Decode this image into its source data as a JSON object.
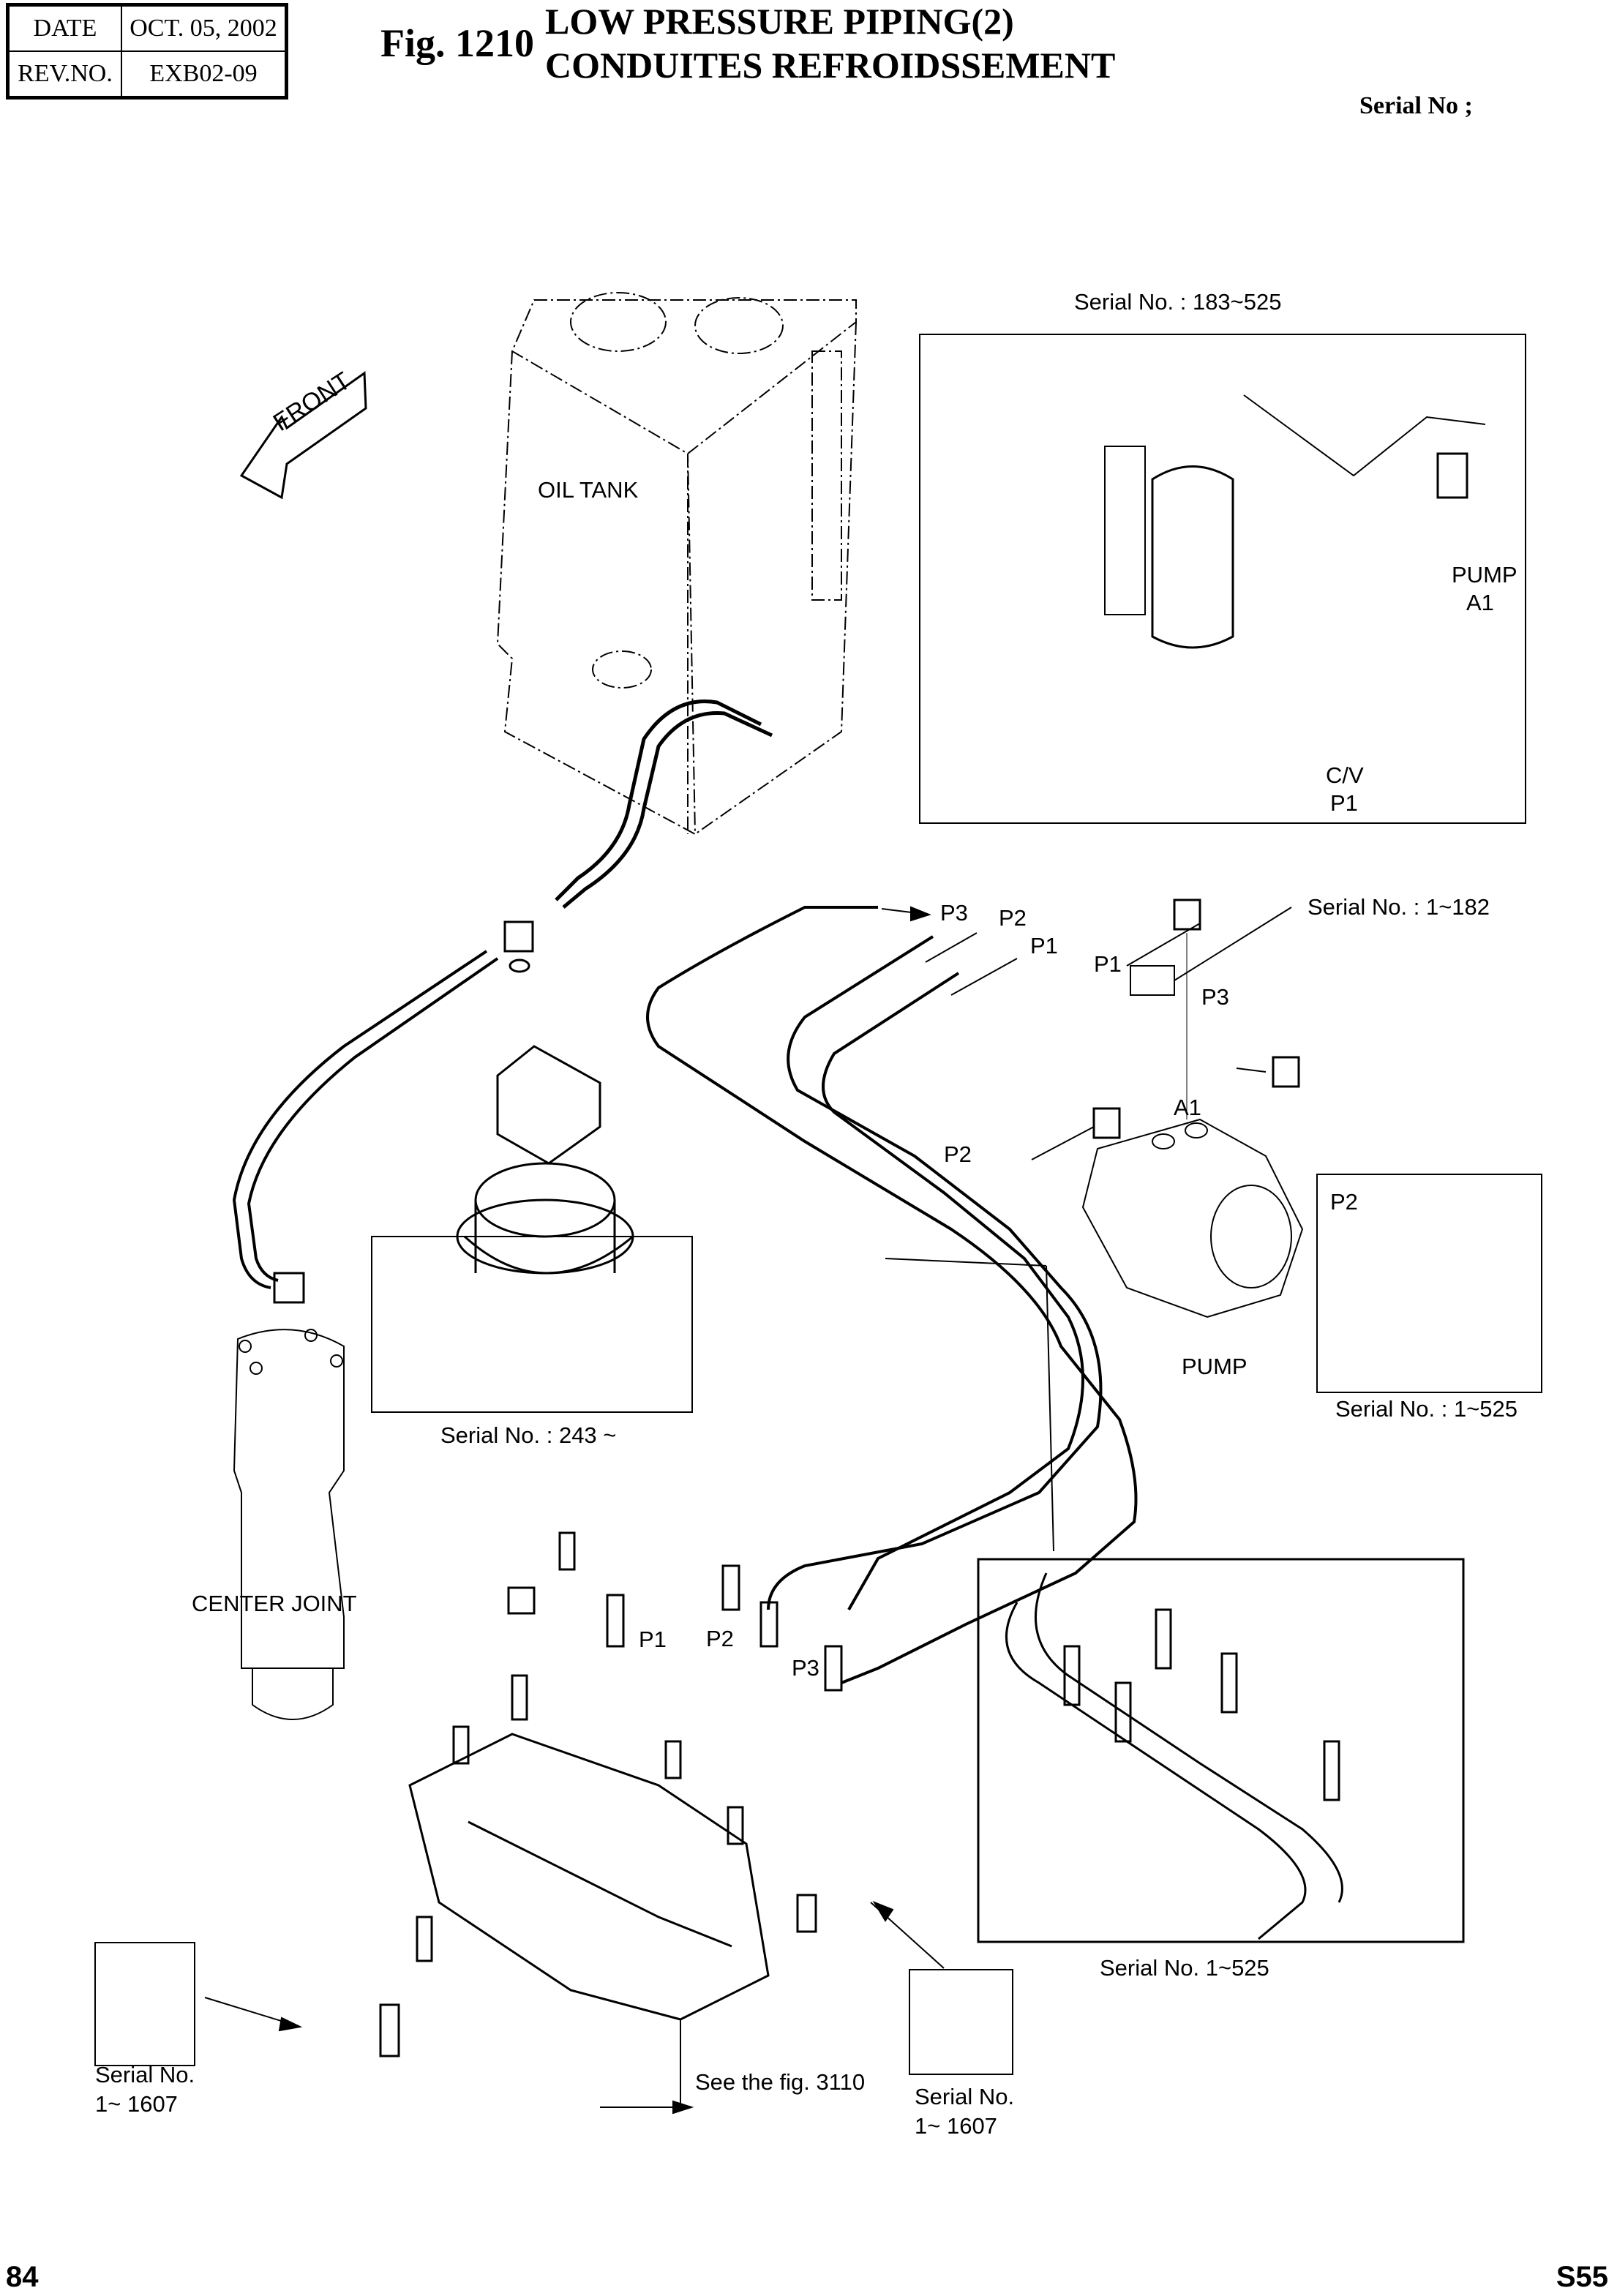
{
  "header": {
    "date_label": "DATE",
    "date_value": "OCT. 05, 2002",
    "rev_label": "REV.NO.",
    "rev_value": "EXB02-09",
    "figure_number": "Fig. 1210",
    "title_en": "LOW PRESSURE PIPING(2)",
    "title_fr": "CONDUITES REFROIDSSEMENT",
    "serial_label": "Serial No ;"
  },
  "labels": {
    "front_arrow": "FRONT",
    "oil_tank": "OIL TANK",
    "center_joint": "CENTER JOINT",
    "pump": "PUMP",
    "a1": "A1",
    "p1": "P1",
    "p2": "P2",
    "p3": "P3",
    "pump_a1_line1": "PUMP",
    "pump_a1_line2": "A1",
    "cv_line1": "C/V",
    "cv_line2": "P1",
    "see_fig": "See the fig. 3110"
  },
  "insets": [
    {
      "id": "filter",
      "caption": "Serial No. : 183~525"
    },
    {
      "id": "pump-elbow",
      "caption": "Serial No. : 1~182"
    },
    {
      "id": "pump-p2",
      "caption": "Serial No. : 1~525"
    },
    {
      "id": "swing-drain",
      "caption": "Serial No. : 243 ~"
    },
    {
      "id": "clamps",
      "caption": "Serial No.  1~525"
    },
    {
      "id": "fitting-left",
      "caption_line1": "Serial No.",
      "caption_line2": "1~ 1607"
    },
    {
      "id": "fitting-right",
      "caption_line1": "Serial No.",
      "caption_line2": "1~ 1607"
    }
  ],
  "footer": {
    "page_number": "84",
    "model": "S55"
  }
}
